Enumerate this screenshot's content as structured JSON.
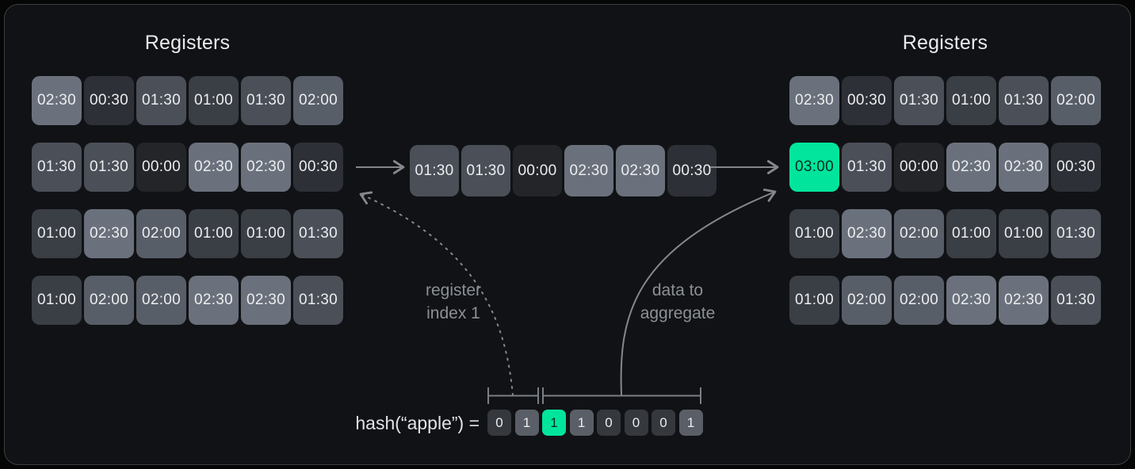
{
  "left_registers": {
    "title": "Registers",
    "rows": [
      [
        "02:30",
        "00:30",
        "01:30",
        "01:00",
        "01:30",
        "02:00"
      ],
      [
        "01:30",
        "01:30",
        "00:00",
        "02:30",
        "02:30",
        "00:30"
      ],
      [
        "01:00",
        "02:30",
        "02:00",
        "01:00",
        "01:00",
        "01:30"
      ],
      [
        "01:00",
        "02:00",
        "02:00",
        "02:30",
        "02:30",
        "01:30"
      ]
    ]
  },
  "extracted_row": {
    "cells": [
      "01:30",
      "01:30",
      "00:00",
      "02:30",
      "02:30",
      "00:30"
    ]
  },
  "right_registers": {
    "title": "Registers",
    "rows": [
      [
        "02:30",
        "00:30",
        "01:30",
        "01:00",
        "01:30",
        "02:00"
      ],
      [
        "03:00",
        "01:30",
        "00:00",
        "02:30",
        "02:30",
        "00:30"
      ],
      [
        "01:00",
        "02:30",
        "02:00",
        "01:00",
        "01:00",
        "01:30"
      ],
      [
        "01:00",
        "02:00",
        "02:00",
        "02:30",
        "02:30",
        "01:30"
      ]
    ],
    "highlight": {
      "row": 1,
      "col": 0,
      "value": "03:00"
    }
  },
  "annotations": {
    "register_index_line1": "register",
    "register_index_line2": "index 1",
    "aggregate_line1": "data to",
    "aggregate_line2": "aggregate"
  },
  "hash": {
    "prefix": "hash(“apple”) =",
    "bits": [
      "0",
      "1",
      "1",
      "1",
      "0",
      "0",
      "0",
      "1"
    ],
    "highlight_index": 2,
    "index_bits_count": 2
  },
  "colors": {
    "accent": "#00e59b",
    "accent_text": "#062b1e",
    "line": "#84888e",
    "bracket": "#7a7f86",
    "bit_zero": "#35383d",
    "bit_one": "#5a5f67",
    "value_shades": {
      "00:00": "#232529",
      "00:30": "#2d3036",
      "01:00": "#3a3e45",
      "01:30": "#4a4f58",
      "02:00": "#585e68",
      "02:30": "#6a717c"
    }
  }
}
